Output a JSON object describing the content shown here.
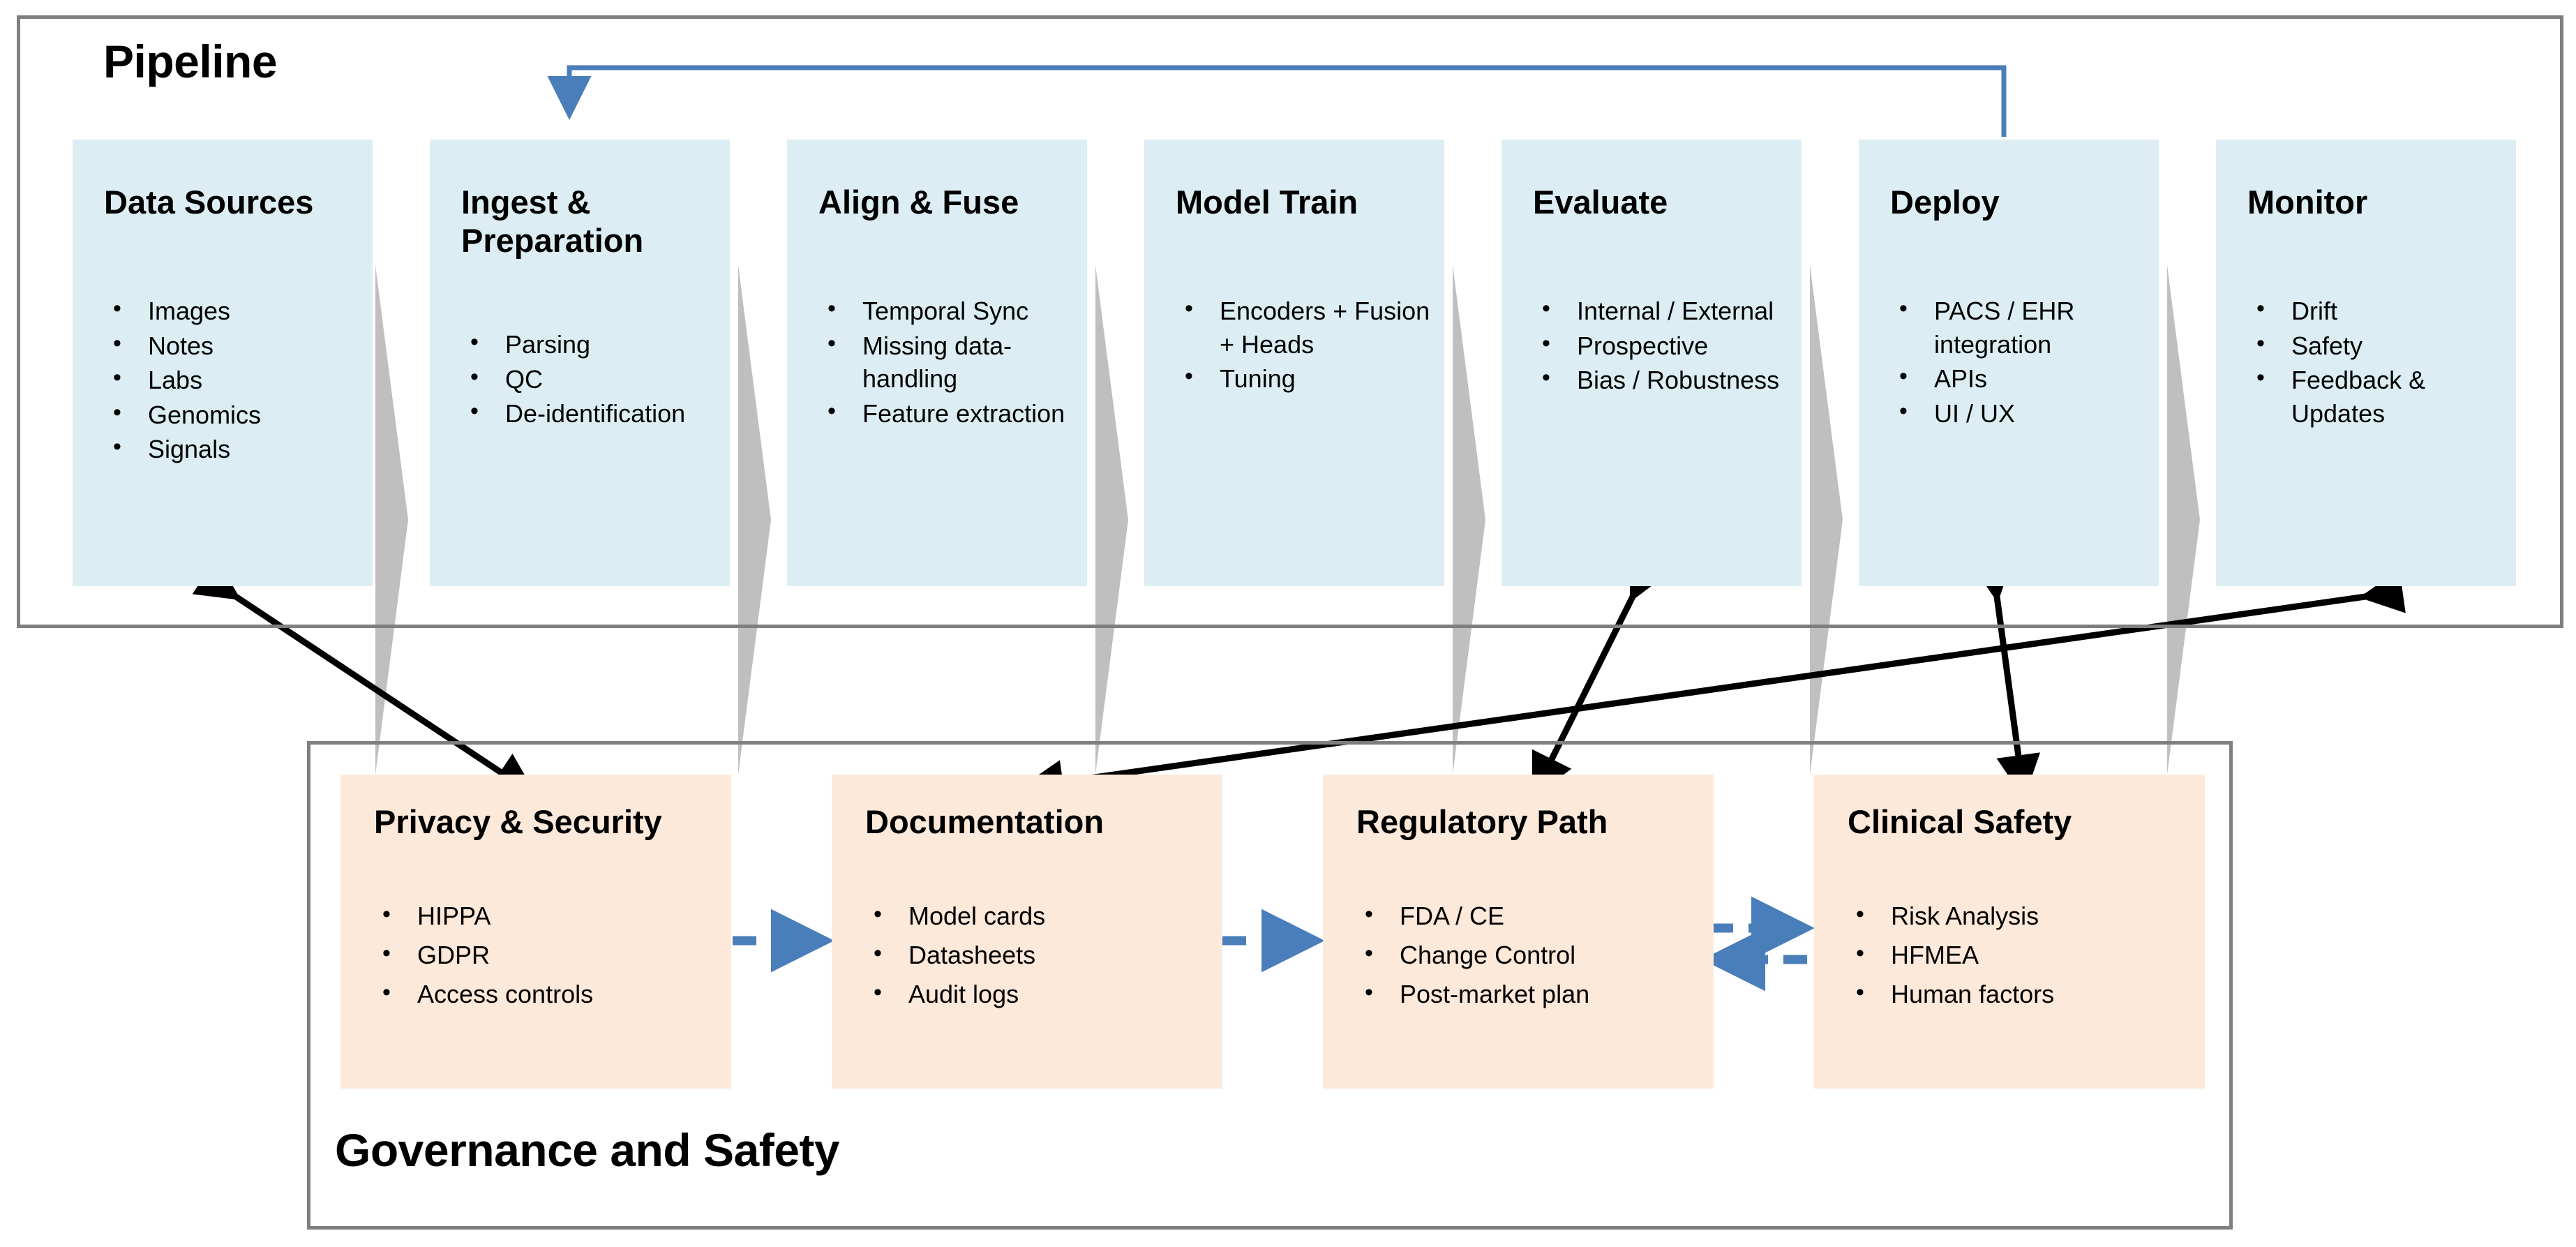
{
  "pipeline": {
    "title": "Pipeline",
    "stages": [
      {
        "name": "Data Sources",
        "items": [
          "Images",
          "Notes",
          "Labs",
          "Genomics",
          "Signals"
        ]
      },
      {
        "name": "Ingest & Preparation",
        "items": [
          "Parsing",
          "QC",
          "De-identification"
        ]
      },
      {
        "name": "Align & Fuse",
        "items": [
          "Temporal Sync",
          "Missing data-handling",
          "Feature extraction"
        ]
      },
      {
        "name": "Model Train",
        "items": [
          "Encoders + Fusion + Heads",
          "Tuning"
        ]
      },
      {
        "name": "Evaluate",
        "items": [
          "Internal / External",
          "Prospective",
          "Bias / Robustness"
        ]
      },
      {
        "name": "Deploy",
        "items": [
          "PACS / EHR integration",
          "APIs",
          "UI / UX"
        ]
      },
      {
        "name": "Monitor",
        "items": [
          "Drift",
          "Safety",
          "Feedback & Updates"
        ]
      }
    ]
  },
  "governance": {
    "title": "Governance and Safety",
    "stages": [
      {
        "name": "Privacy & Security",
        "items": [
          "HIPPA",
          "GDPR",
          "Access controls"
        ]
      },
      {
        "name": "Documentation",
        "items": [
          "Model cards",
          "Datasheets",
          "Audit logs"
        ]
      },
      {
        "name": "Regulatory Path",
        "items": [
          "FDA / CE",
          "Change Control",
          "Post-market plan"
        ]
      },
      {
        "name": "Clinical Safety",
        "items": [
          "Risk Analysis",
          "HFMEA",
          "Human factors"
        ]
      }
    ]
  },
  "connections": {
    "feedback_loop": "Deploy to Ingest & Preparation feedback loop",
    "gov_flow": [
      "Privacy & Security to Documentation",
      "Documentation to Regulatory Path",
      "Regulatory Path to Clinical Safety",
      "Clinical Safety to Regulatory Path"
    ],
    "cross_links": [
      "Data Sources to Privacy & Security",
      "Monitor to Documentation",
      "Evaluate to Regulatory Path",
      "Deploy to Clinical Safety"
    ]
  },
  "colors": {
    "pipeline_box": "#dceef3",
    "governance_box": "#fce9da",
    "frame_border": "#7f7f7f",
    "chevron": "#bfbfbf",
    "feedback_arrow": "#4a7ebb",
    "dashed_arrow": "#4a7ebb",
    "cross_arrow": "#000000"
  }
}
